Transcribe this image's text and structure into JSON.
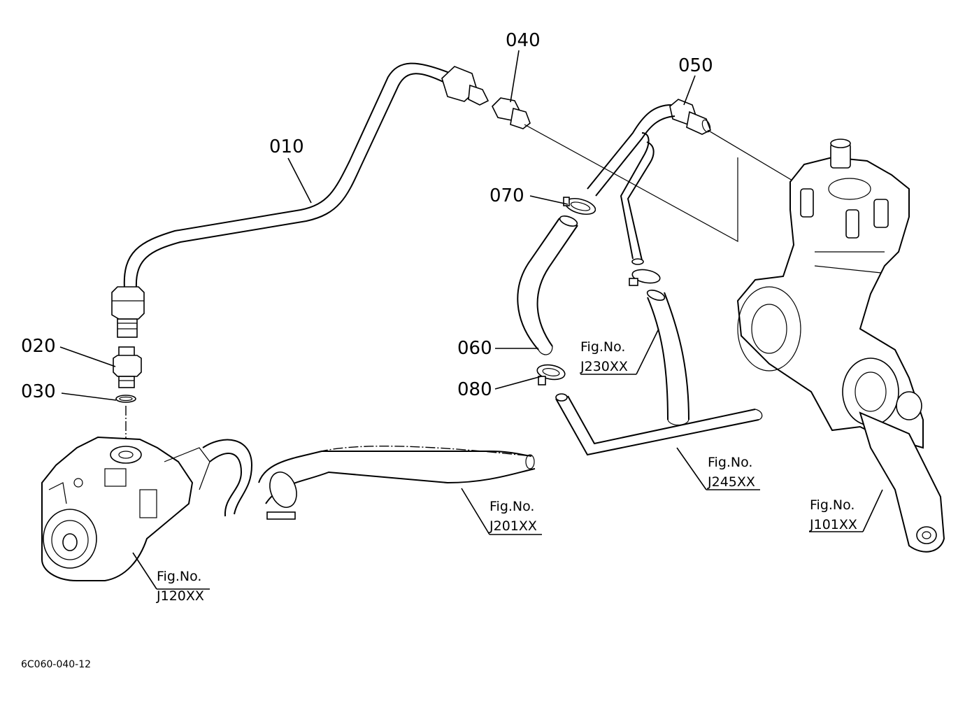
{
  "parts": {
    "p010": "010",
    "p020": "020",
    "p030": "030",
    "p040": "040",
    "p050": "050",
    "p060": "060",
    "p070": "070",
    "p080": "080"
  },
  "figure_refs": {
    "j120": {
      "title": "Fig.No.",
      "code": "J120XX"
    },
    "j201": {
      "title": "Fig.No.",
      "code": "J201XX"
    },
    "j230": {
      "title": "Fig.No.",
      "code": "J230XX"
    },
    "j245": {
      "title": "Fig.No.",
      "code": "J245XX"
    },
    "j101": {
      "title": "Fig.No.",
      "code": "J101XX"
    }
  },
  "drawing_code": "6C060-040-12",
  "colors": {
    "line": "#000000",
    "background": "#ffffff"
  }
}
